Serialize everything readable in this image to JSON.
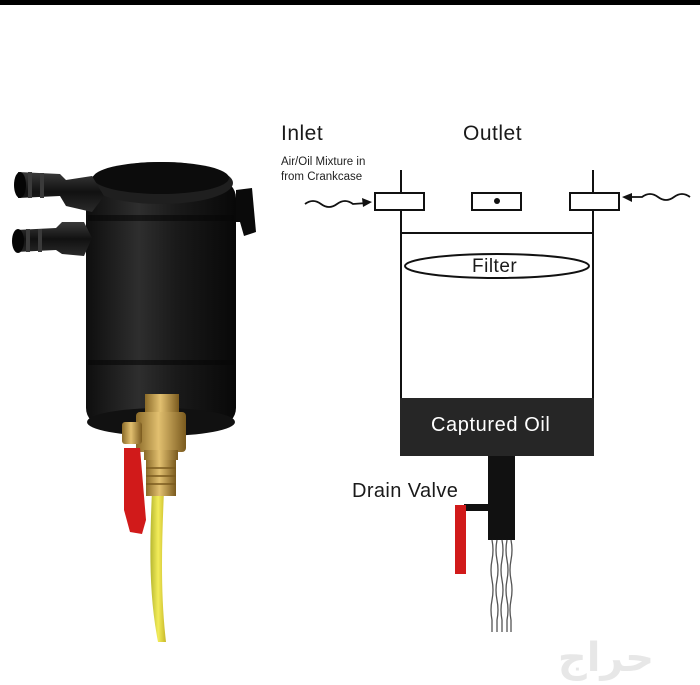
{
  "diagram": {
    "inlet_label": "Inlet",
    "outlet_label": "Outlet",
    "mixture_note_line1": "Air/Oil Mixture in",
    "mixture_note_line2": "from Crankcase",
    "filter_label": "Filter",
    "captured_oil_label": "Captured Oil",
    "drain_valve_label": "Drain Valve"
  },
  "watermark": {
    "text": "حراج"
  },
  "colors": {
    "oil_band": "#262626",
    "valve_handle": "#d11a1a",
    "brass": "#c9a24a",
    "can_body": "#1c1c1c",
    "oil_stream": "#e8e04a"
  }
}
